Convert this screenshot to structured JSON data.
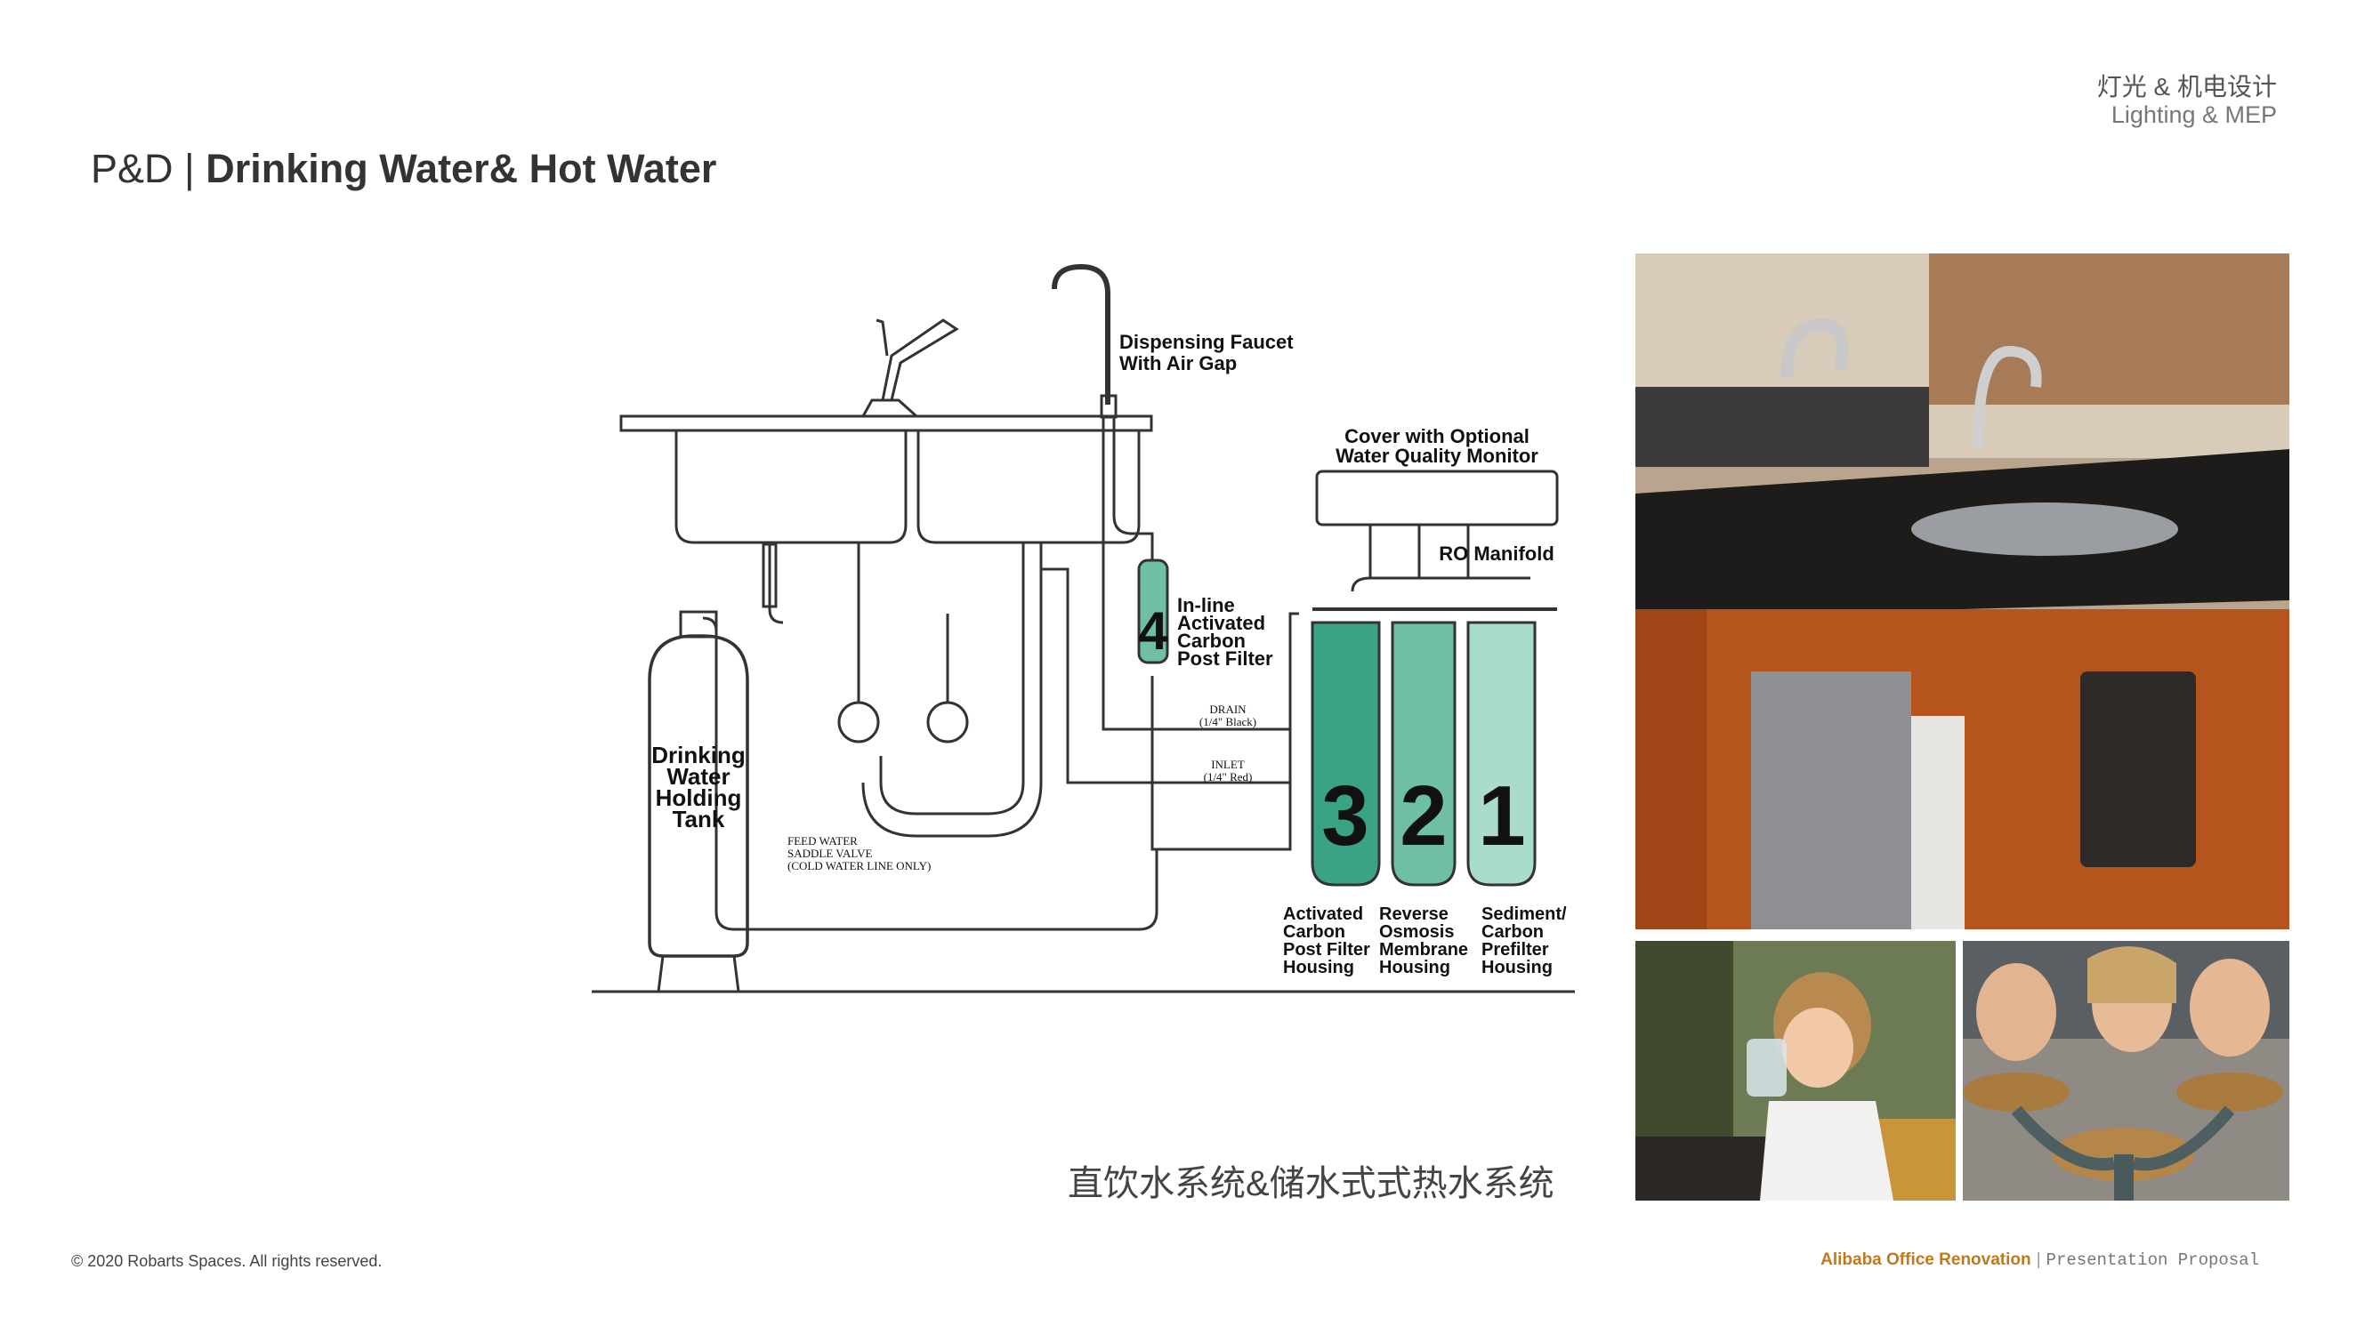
{
  "header": {
    "category_cn": "灯光 & 机电设计",
    "category_en": "Lighting & MEP"
  },
  "title": {
    "prefix": "P&D | ",
    "main": "Drinking Water& Hot Water"
  },
  "diagram": {
    "labels": {
      "faucet_line1": "Dispensing Faucet",
      "faucet_line2": "With Air Gap",
      "cover_line1": "Cover with Optional",
      "cover_line2": "Water Quality Monitor",
      "manifold": "RO Manifold",
      "inline_1": "In-line",
      "inline_2": "Activated",
      "inline_3": "Carbon",
      "inline_4": "Post Filter",
      "drain_1": "DRAIN",
      "drain_2": "(1/4\" Black)",
      "inlet_1": "INLET",
      "inlet_2": "(1/4\" Red)",
      "feed_1": "FEED WATER",
      "feed_2": "SADDLE VALVE",
      "feed_3": "(COLD WATER LINE ONLY)",
      "tank_1": "Drinking",
      "tank_2": "Water",
      "tank_3": "Holding",
      "tank_4": "Tank",
      "f3_1": "Activated",
      "f3_2": "Carbon",
      "f3_3": "Post Filter",
      "f3_4": "Housing",
      "f2_1": "Reverse",
      "f2_2": "Osmosis",
      "f2_3": "Membrane",
      "f2_4": "Housing",
      "f1_1": "Sediment/",
      "f1_2": "Carbon",
      "f1_3": "Prefilter",
      "f1_4": "Housing",
      "num_inline": "4",
      "num_3": "3",
      "num_2": "2",
      "num_1": "1"
    },
    "colors": {
      "filter_dark": "#3aa385",
      "filter_mid": "#6fbfa3",
      "filter_light": "#a9dcc9",
      "line": "#333333"
    }
  },
  "caption": "直饮水系统&储水式式热水系统",
  "footer": {
    "copyright": "© 2020 Robarts Spaces. All rights reserved.",
    "project": "Alibaba Office Renovation",
    "separator": "|",
    "doc_type": "Presentation Proposal"
  }
}
